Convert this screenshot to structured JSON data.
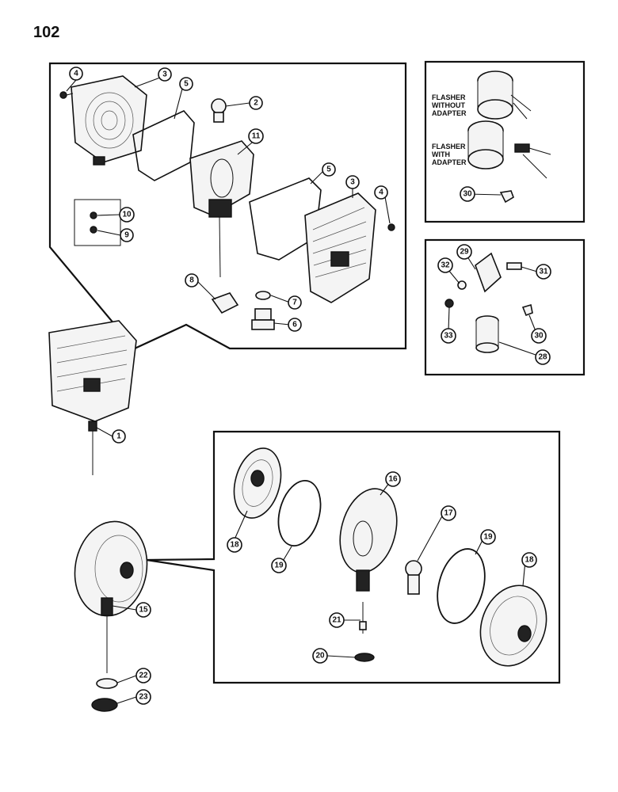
{
  "page": {
    "number": "102"
  },
  "flasher_labels": {
    "without": [
      "FLASHER",
      "WITHOUT",
      "ADAPTER"
    ],
    "with": [
      "FLASHER",
      "WITH",
      "ADAPTER"
    ]
  },
  "callouts": [
    "1",
    "2",
    "3",
    "3",
    "4",
    "4",
    "5",
    "5",
    "6",
    "7",
    "8",
    "9",
    "10",
    "11",
    "15",
    "16",
    "17",
    "18",
    "18",
    "19",
    "19",
    "20",
    "21",
    "22",
    "23",
    "28",
    "29",
    "30",
    "30",
    "31",
    "32",
    "33"
  ]
}
